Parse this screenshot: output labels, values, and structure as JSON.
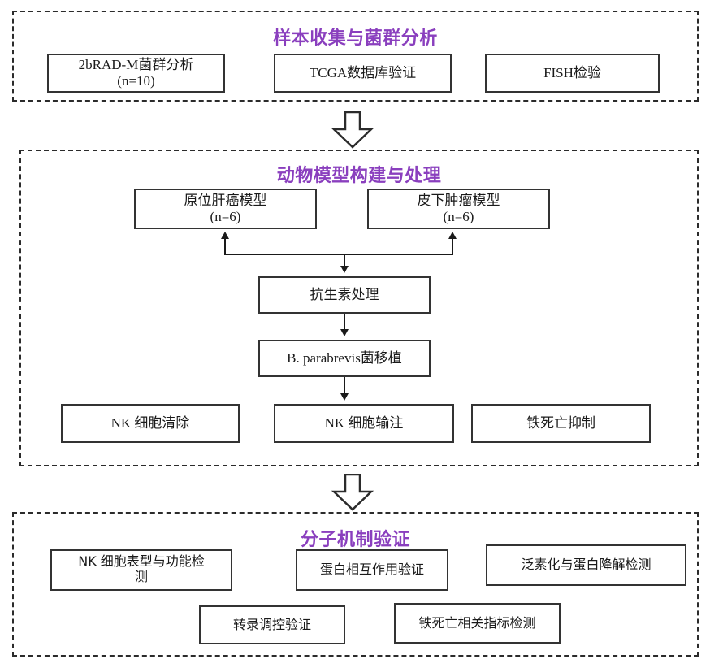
{
  "figure": {
    "type": "flowchart",
    "orientation": "top-to-bottom",
    "accent_color": "#8a3fbe",
    "box_border_color": "#333333",
    "section_border_style": "dashed"
  },
  "sections": [
    {
      "id": "sample-collection",
      "title": "样本收集与菌群分析",
      "boxes": [
        {
          "id": "2brad-m",
          "line1": "2bRAD-M菌群分析",
          "line2": "(n=10)"
        },
        {
          "id": "tcga",
          "line1": "TCGA数据库验证",
          "line2": ""
        },
        {
          "id": "fish",
          "line1": "FISH检验",
          "line2": ""
        }
      ]
    },
    {
      "id": "animal-model",
      "title": "动物模型构建与处理",
      "boxes": [
        {
          "id": "orthotopic-liver-cancer",
          "line1": "原位肝癌模型",
          "line2": "(n=6)"
        },
        {
          "id": "subcutaneous-tumor",
          "line1": "皮下肿瘤模型",
          "line2": "(n=6)"
        },
        {
          "id": "antibiotic-treatment",
          "line1": "抗生素处理",
          "line2": ""
        },
        {
          "id": "bacteria-transplant",
          "line1": "B. parabrevis菌移植",
          "line2": ""
        },
        {
          "id": "nk-depletion",
          "line1": "NK 细胞清除",
          "line2": ""
        },
        {
          "id": "nk-infusion",
          "line1": "NK 细胞输注",
          "line2": ""
        },
        {
          "id": "ferroptosis-inhibition",
          "line1": "铁死亡抑制",
          "line2": ""
        }
      ]
    },
    {
      "id": "molecular-mechanism",
      "title": "分子机制验证",
      "boxes": [
        {
          "id": "nk-phenotype-function",
          "line1": "NK 细胞表型与功能检",
          "line2": "测"
        },
        {
          "id": "protein-interaction",
          "line1": "蛋白相互作用验证",
          "line2": ""
        },
        {
          "id": "ubiquitination-degradation",
          "line1": "泛素化与蛋白降解检测",
          "line2": ""
        },
        {
          "id": "transcription-regulation",
          "line1": "转录调控验证",
          "line2": ""
        },
        {
          "id": "ferroptosis-markers",
          "line1": "铁死亡相关指标检测",
          "line2": ""
        }
      ]
    }
  ],
  "connectors": [
    {
      "id": "section-arrow-1",
      "shape": "block-arrow-down",
      "from": "sample-collection",
      "to": "animal-model"
    },
    {
      "id": "section-arrow-2",
      "shape": "block-arrow-down",
      "from": "animal-model",
      "to": "molecular-mechanism"
    },
    {
      "id": "bus-to-models",
      "shape": "line-with-up-arrows",
      "from": "antibiotic-treatment",
      "to": "原位肝癌模型 / 皮下肿瘤模型"
    },
    {
      "id": "antibiotic-to-transplant",
      "shape": "line-with-down-arrow",
      "from": "抗生素处理",
      "to": "B. parabrevis菌移植"
    },
    {
      "id": "transplant-to-nk-infusion",
      "shape": "line-with-down-arrow",
      "from": "B. parabrevis菌移植",
      "to": "NK 细胞输注"
    }
  ]
}
